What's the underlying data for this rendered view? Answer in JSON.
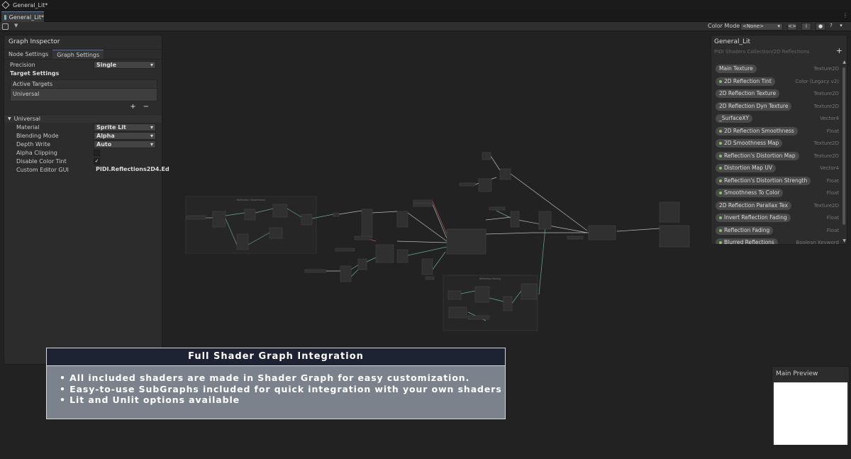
{
  "window": {
    "title": "General_Lit*",
    "tab_label": "General_Lit*"
  },
  "toolbar": {
    "color_mode_label": "Color Mode",
    "color_mode_value": "<None>"
  },
  "inspector": {
    "title": "Graph Inspector",
    "tabs": [
      "Node Settings",
      "Graph Settings"
    ],
    "active_tab": "Graph Settings",
    "precision_label": "Precision",
    "precision_value": "Single",
    "target_settings_label": "Target Settings",
    "active_targets_label": "Active Targets",
    "active_target_item": "Universal",
    "add_symbol": "+",
    "remove_symbol": "−",
    "section_universal": "Universal",
    "fields": [
      {
        "label": "Material",
        "value": "Sprite Lit"
      },
      {
        "label": "Blending Mode",
        "value": "Alpha"
      },
      {
        "label": "Depth Write",
        "value": "Auto"
      },
      {
        "label": "Alpha Clipping",
        "value": ""
      },
      {
        "label": "Disable Color Tint",
        "value": "✓"
      },
      {
        "label": "Custom Editor GUI",
        "value": "PIDI.Reflections2D4.Ed"
      }
    ]
  },
  "blackboard": {
    "title": "General_Lit",
    "subtitle": "PIDI Shaders Collection/2D Reflections",
    "add_symbol": "+",
    "properties": [
      {
        "name": "Main Texture",
        "type": "Texture2D",
        "exposed": false
      },
      {
        "name": "2D Reflection Tint",
        "type": "Color (Legacy v2)",
        "exposed": true
      },
      {
        "name": "2D Reflection Texture",
        "type": "Texture2D",
        "exposed": false
      },
      {
        "name": "2D Reflection Dyn Texture",
        "type": "Texture2D",
        "exposed": false
      },
      {
        "name": "_SurfaceXY",
        "type": "Vector4",
        "exposed": false
      },
      {
        "name": "2D Reflection Smoothness",
        "type": "Float",
        "exposed": true
      },
      {
        "name": "2D Smoothness Map",
        "type": "Texture2D",
        "exposed": true
      },
      {
        "name": "Reflection's Distortion Map",
        "type": "Texture2D",
        "exposed": true
      },
      {
        "name": "Distortion Map UV",
        "type": "Vector4",
        "exposed": true
      },
      {
        "name": "Reflection's Distortion Strength",
        "type": "Float",
        "exposed": true
      },
      {
        "name": "Smoothness To Color",
        "type": "Float",
        "exposed": true
      },
      {
        "name": "2D Reflection Parallax Tex",
        "type": "Texture2D",
        "exposed": false
      },
      {
        "name": "Invert Reflection Fading",
        "type": "Float",
        "exposed": true
      },
      {
        "name": "Reflection Fading",
        "type": "Float",
        "exposed": true
      },
      {
        "name": "Blurred Reflections",
        "type": "Boolean Keyword",
        "exposed": true
      }
    ]
  },
  "preview": {
    "title": "Main Preview"
  },
  "banner": {
    "title": "Full Shader Graph Integration",
    "bullets": [
      "• All included shaders are made in Shader Graph for easy customization.",
      "• Easy-to-use SubGraphs included for quick integration with your own shaders",
      "• Lit and Unlit options available"
    ]
  },
  "graph": {
    "group_titles": [
      "Reflection Smoothness",
      "Reflection Fading"
    ]
  }
}
